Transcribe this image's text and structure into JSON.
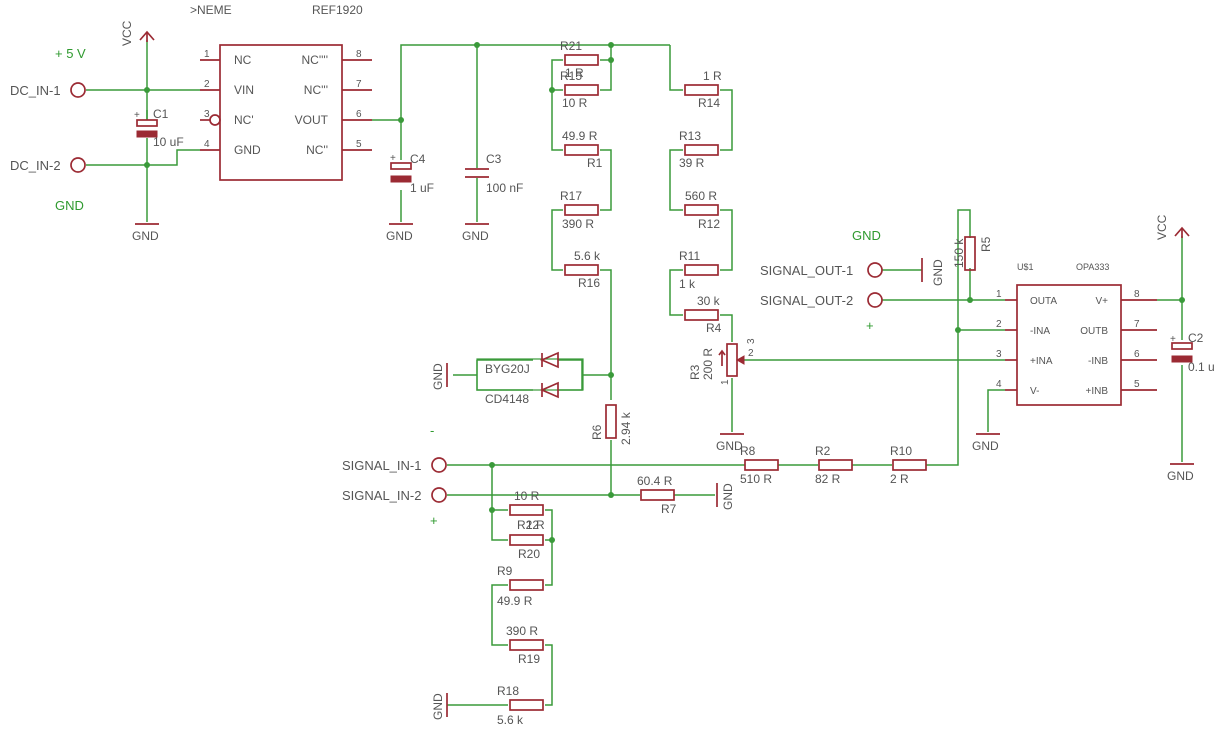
{
  "labels": {
    "vcc": "VCC",
    "gnd": "GND",
    "plus5v": "+ 5 V",
    "gnd_green_left": "GND",
    "gnd_green_right": "GND",
    "plus": "+",
    "minus": "-",
    "dc_in_1": "DC_IN-1",
    "dc_in_2": "DC_IN-2",
    "signal_in_1": "SIGNAL_IN-1",
    "signal_in_2": "SIGNAL_IN-2",
    "signal_out_1": "SIGNAL_OUT-1",
    "signal_out_2": "SIGNAL_OUT-2"
  },
  "ref1920": {
    "name": ">NEME",
    "value": "REF1920",
    "left_pins": [
      {
        "num": "1",
        "name": "NC"
      },
      {
        "num": "2",
        "name": "VIN"
      },
      {
        "num": "3",
        "name": "NC'"
      },
      {
        "num": "4",
        "name": "GND"
      }
    ],
    "right_pins": [
      {
        "num": "8",
        "name": "NC''''"
      },
      {
        "num": "7",
        "name": "NC'''"
      },
      {
        "num": "6",
        "name": "VOUT"
      },
      {
        "num": "5",
        "name": "NC''"
      }
    ]
  },
  "opa333": {
    "name": "U$1",
    "value": "OPA333",
    "left_pins": [
      {
        "num": "1",
        "name": "OUTA"
      },
      {
        "num": "2",
        "name": "-INA"
      },
      {
        "num": "3",
        "name": "+INA"
      },
      {
        "num": "4",
        "name": "V-"
      }
    ],
    "right_pins": [
      {
        "num": "8",
        "name": "V+"
      },
      {
        "num": "7",
        "name": "OUTB"
      },
      {
        "num": "6",
        "name": "-INB"
      },
      {
        "num": "5",
        "name": "+INB"
      }
    ]
  },
  "capacitors": {
    "c1": {
      "name": "C1",
      "value": "10 uF"
    },
    "c2": {
      "name": "C2",
      "value": "0.1 u"
    },
    "c3": {
      "name": "C3",
      "value": "100 nF"
    },
    "c4": {
      "name": "C4",
      "value": "1 uF"
    }
  },
  "resistors": {
    "r1": {
      "name": "R1",
      "value": "49.9 R"
    },
    "r2": {
      "name": "R2",
      "value": "82 R"
    },
    "r4": {
      "name": "R4",
      "value": "30 k"
    },
    "r5": {
      "name": "R5",
      "value": "150 k"
    },
    "r6": {
      "name": "R6",
      "value": "2.94 k"
    },
    "r7": {
      "name": "R7",
      "value": "60.4 R"
    },
    "r8": {
      "name": "R8",
      "value": "510 R"
    },
    "r9": {
      "name": "R9",
      "value": "49.9 R"
    },
    "r10": {
      "name": "R10",
      "value": "2 R"
    },
    "r11": {
      "name": "R11",
      "value": "1 k"
    },
    "r12": {
      "name": "R12",
      "value": "560 R"
    },
    "r13": {
      "name": "R13",
      "value": "39 R"
    },
    "r14": {
      "name": "R14",
      "value": "1 R"
    },
    "r15": {
      "name": "R15",
      "value": "10 R"
    },
    "r16": {
      "name": "R16",
      "value": "5.6 k"
    },
    "r17": {
      "name": "R17",
      "value": "390 R"
    },
    "r18": {
      "name": "R18",
      "value": "5.6 k"
    },
    "r19": {
      "name": "R19",
      "value": "390 R"
    },
    "r20": {
      "name": "R20",
      "value": "10 R"
    },
    "r21": {
      "name": "R21",
      "value": "1 R"
    },
    "r22": {
      "name": "R22",
      "value": "1 R"
    }
  },
  "pot_r3": {
    "name": "R3",
    "value": "200 R",
    "pin1": "1",
    "pin2": "2",
    "pin3": "3"
  },
  "diodes": {
    "d1": "BYG20J",
    "d2": "CD4148"
  }
}
